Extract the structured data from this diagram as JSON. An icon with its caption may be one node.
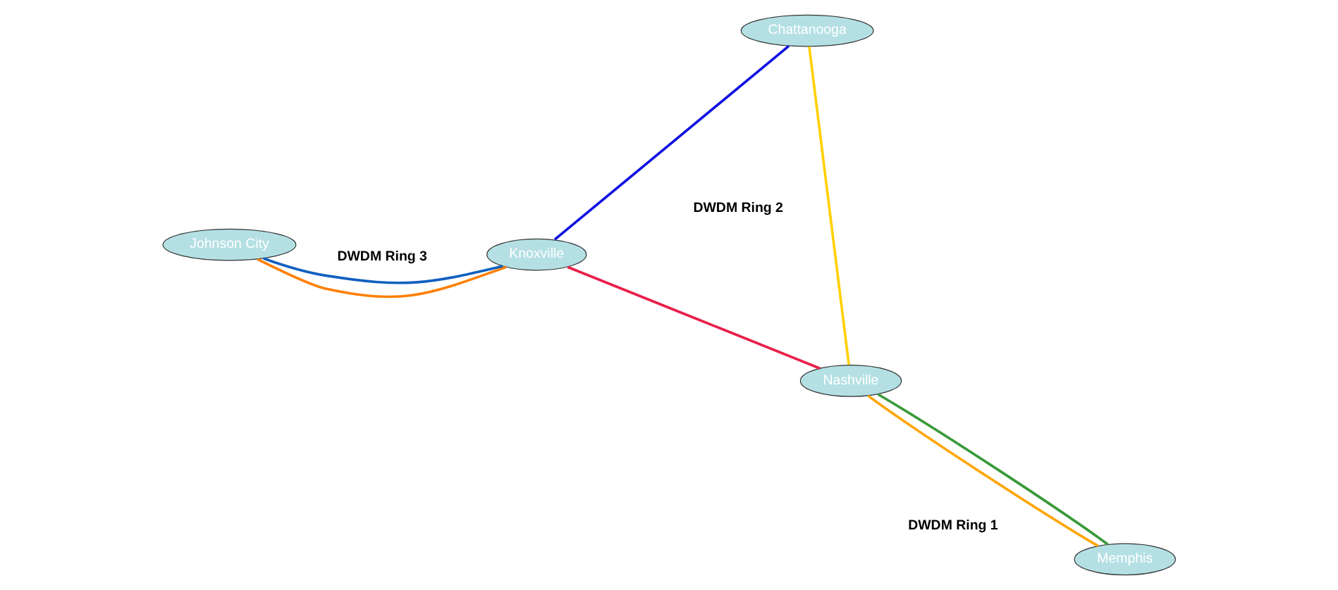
{
  "diagram": {
    "nodes": [
      {
        "text": [
          "Johnson City"
        ]
      },
      {
        "text": [
          "Knoxville"
        ]
      },
      {
        "text": [
          "Nashville"
        ]
      },
      {
        "text": [
          "Memphis"
        ]
      },
      {
        "text": [
          "Chattanooga"
        ]
      }
    ],
    "edges": [
      {
        "from": 1,
        "to": 0,
        "arrow": "none",
        "color": "#ff7f00"
      },
      {
        "from": 1,
        "to": 0,
        "arrow": "none",
        "color": "#1060c0"
      },
      {
        "from": 2,
        "to": 1,
        "arrow": "none",
        "color": "#e8204a"
      },
      {
        "from": 1,
        "to": 4,
        "arrow": "none",
        "color": "#1010e0"
      },
      {
        "from": 4,
        "to": 2,
        "arrow": "none",
        "color": "#ffd000"
      },
      {
        "from": 3,
        "to": 2,
        "arrow": "none",
        "color": "#ffa500"
      },
      {
        "from": 3,
        "to": 2,
        "arrow": "none",
        "color": "#3a9a3a"
      }
    ],
    "labels": [
      "DWDM Ring 3",
      "DWDM Ring 2",
      "DWDM Ring 1"
    ]
  }
}
